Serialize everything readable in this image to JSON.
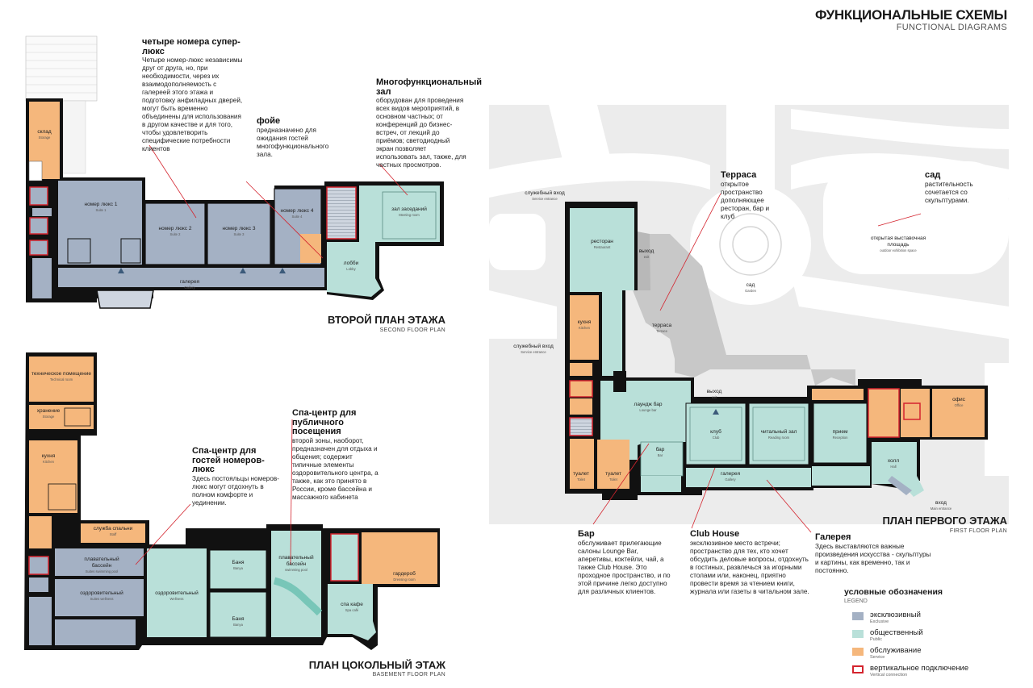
{
  "header": {
    "title": "ФУНКЦИОНАЛЬНЫЕ СХЕМЫ",
    "subtitle": "FUNCTIONAL DIAGRAMS"
  },
  "colors": {
    "exclusive": "#a4b1c4",
    "public": "#b9e0d9",
    "service": "#f5b77c",
    "vertical": "#d4242e",
    "wall": "#111111",
    "garden": "#ececec",
    "terrace": "#c8c8c8"
  },
  "second_floor": {
    "title": "ВТОРОЙ ПЛАН ЭТАЖА",
    "subtitle": "SECOND FLOOR PLAN",
    "rooms": {
      "storage": {
        "ru": "склад",
        "en": "Storage"
      },
      "suite1": {
        "ru": "номер люкс 1",
        "en": "Suite 1"
      },
      "suite2": {
        "ru": "номер люкс 2",
        "en": "Suite 2"
      },
      "suite3": {
        "ru": "номер люкс 3",
        "en": "Suite 3"
      },
      "suite4": {
        "ru": "номер люкс 4",
        "en": "Suite 4"
      },
      "gallery": {
        "ru": "галерея",
        "en": "Gallery"
      },
      "lobby": {
        "ru": "лобби",
        "en": "Lobby"
      },
      "meeting": {
        "ru": "зал заседаний",
        "en": "Meeting room"
      }
    },
    "annotations": {
      "suites": {
        "title": "четыре номера супер-люкс",
        "text": "Четыре номер-люкс независимы друг от друга, но, при необходимости, через их взаимодополняемость с галереей этого этажа и подготовку анфиладных дверей, могут быть временно объединены для использования в другом качестве и для того, чтобы удовлетворить специфические потребности клиентов"
      },
      "foyer": {
        "title": "фойе",
        "text": "предназначено для ожидания гостей многофункционального зала."
      },
      "hall": {
        "title": "Многофункциональный зал",
        "text": "оборудован для проведения всех видов мероприятий, в основном частных; от конференций до бизнес-встреч, от лекций до приёмов; светодиодный экран позволяет использовать зал, также, для частных просмотров."
      }
    }
  },
  "basement": {
    "title": "ПЛАН ЦОКОЛЬНЫЙ ЭТАЖ",
    "subtitle": "BASEMENT FLOOR PLAN",
    "rooms": {
      "technical": {
        "ru": "техническое помещение",
        "en": "Technical room"
      },
      "storage": {
        "ru": "хранение",
        "en": "Storage"
      },
      "kitchen": {
        "ru": "кухня",
        "en": "Kitchen"
      },
      "staff": {
        "ru": "служба спальни",
        "en": "Staff"
      },
      "pool_suites": {
        "ru": "плавательный бассейн",
        "en": "Suites swimming pool"
      },
      "wellness_suites": {
        "ru": "оздоровительный",
        "en": "Suites wellness"
      },
      "wellness": {
        "ru": "оздоровительный",
        "en": "Wellness"
      },
      "bath1": {
        "ru": "Баня",
        "en": "Banya"
      },
      "bath2": {
        "ru": "Баня",
        "en": "Banya"
      },
      "pool": {
        "ru": "плавательный бассейн",
        "en": "swimming pool"
      },
      "spa_cafe": {
        "ru": "спа кафе",
        "en": "Spa café"
      },
      "wardrobe": {
        "ru": "гардероб",
        "en": "Dressing room"
      }
    },
    "annotations": {
      "spa_suites": {
        "title": "Спа-центр для гостей номеров-люкс",
        "text": "Здесь постояльцы номеров-люкс могут отдохнуть в полном комфорте и уединении."
      },
      "spa_public": {
        "title": "Спа-центр для публичного посещения",
        "text": "второй зоны, наоборот, предназначен для отдыха и общения; содержит типичные элементы оздоровительного центра, а также, как это принято в России, кроме бассейна и массажного кабинета"
      }
    }
  },
  "first_floor": {
    "title": "ПЛАН ПЕРВОГО ЭТАЖА",
    "subtitle": "FIRST FLOOR PLAN",
    "rooms": {
      "restaurant": {
        "ru": "ресторан",
        "en": "Restaurant"
      },
      "kitchen": {
        "ru": "кухня",
        "en": "Kitchen"
      },
      "lounge": {
        "ru": "лаундж бар",
        "en": "Lounge bar"
      },
      "bar": {
        "ru": "бар",
        "en": "Bar"
      },
      "toilet1": {
        "ru": "туалет",
        "en": "Toilet"
      },
      "toilet2": {
        "ru": "туалет",
        "en": "Toilet"
      },
      "club": {
        "ru": "клуб",
        "en": "Club"
      },
      "reading": {
        "ru": "читальный зал",
        "en": "Reading room"
      },
      "reception": {
        "ru": "прием",
        "en": "Reception"
      },
      "hall": {
        "ru": "холл",
        "en": "Hall"
      },
      "office": {
        "ru": "офис",
        "en": "Office"
      },
      "gallery": {
        "ru": "галерея",
        "en": "Gallery"
      },
      "terrace": {
        "ru": "терраса",
        "en": "Terrace"
      },
      "garden": {
        "ru": "сад",
        "en": "Garden"
      },
      "exhibition": {
        "ru": "открытая выставочная площадь",
        "en": "outdoor exhibition space"
      }
    },
    "markers": {
      "service1": {
        "ru": "служебный вход",
        "en": "Service entrance"
      },
      "service2": {
        "ru": "служебный вход",
        "en": "Service entrance"
      },
      "exit1": {
        "ru": "выход",
        "en": "exit"
      },
      "exit2": {
        "ru": "выход",
        "en": "exit"
      },
      "entrance": {
        "ru": "вход",
        "en": "Main entrance"
      }
    },
    "annotations": {
      "terrace": {
        "title": "Терраса",
        "text": "открытое пространство дополняющее ресторан, бар и клуб"
      },
      "garden": {
        "title": "сад",
        "text": "растительность сочетается со скульптурами."
      },
      "bar": {
        "title": "Бар",
        "text": "обслуживает прилегающие салоны Lounge Bar, аперетивы, коктейли, чай, а также Club House. Это проходное пространство, и по этой причине легко доступно для различных клиентов."
      },
      "club": {
        "title": "Club House",
        "text": "эксклюзивное место встречи; пространство для тех, кто хочет обсудить деловые вопросы, отдохнуть в гостиных, развлечься за игорными столами или, наконец, приятно провести время за чтением книги, журнала или газеты в читальном зале."
      },
      "gallery": {
        "title": "Галерея",
        "text": "Здесь выставляются важные произведения искусства - скульптуры и картины, как временно, так и постоянно."
      }
    }
  },
  "legend": {
    "title": "условные обозначения",
    "subtitle": "LEGEND",
    "items": [
      {
        "ru": "эксклюзивный",
        "en": "Exclusive"
      },
      {
        "ru": "общественный",
        "en": "Public"
      },
      {
        "ru": "обслуживание",
        "en": "Service"
      },
      {
        "ru": "вертикальное подключение",
        "en": "Vertical connection"
      }
    ]
  }
}
